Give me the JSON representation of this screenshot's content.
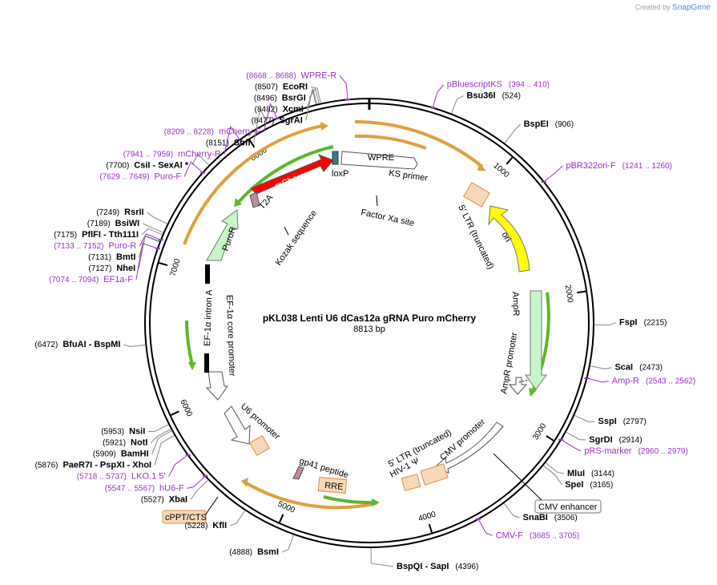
{
  "watermark": {
    "created_by": "Created by",
    "brand": "SnapGene"
  },
  "plasmid": {
    "name": "pKL038 Lenti U6 dCas12a gRNA Puro mCherry",
    "size_label": "8813 bp",
    "total_bp": 8813
  },
  "ticks": [
    {
      "bp": 1000,
      "label": "1000"
    },
    {
      "bp": 2000,
      "label": "2000"
    },
    {
      "bp": 3000,
      "label": "3000"
    },
    {
      "bp": 4000,
      "label": "4000"
    },
    {
      "bp": 5000,
      "label": "5000"
    },
    {
      "bp": 6000,
      "label": "6000"
    },
    {
      "bp": 7000,
      "label": "7000"
    },
    {
      "bp": 8000,
      "label": "8000"
    }
  ],
  "sites": [
    {
      "name": "EcoRI",
      "num": "(8507)",
      "bp": 8507,
      "side": "left"
    },
    {
      "name": "BsrGI",
      "num": "(8496)",
      "bp": 8496,
      "side": "left"
    },
    {
      "name": "XcmI",
      "num": "(8482)",
      "bp": 8482,
      "side": "left"
    },
    {
      "name": "SgrAI",
      "num": "(8477)",
      "bp": 8477,
      "side": "left"
    },
    {
      "name": "SbfI",
      "num": "(8151)",
      "bp": 8151,
      "side": "left"
    },
    {
      "name": "CsiI   - SexAI *",
      "num": "(7700)",
      "bp": 7700,
      "side": "left"
    },
    {
      "name": "RsrII",
      "num": "(7249)",
      "bp": 7249,
      "side": "left"
    },
    {
      "name": "BsiWI",
      "num": "(7189)",
      "bp": 7189,
      "side": "left"
    },
    {
      "name": "PflFI   - Tth111I",
      "num": "(7175)",
      "bp": 7175,
      "side": "left"
    },
    {
      "name": "BmtI",
      "num": "(7131)",
      "bp": 7131,
      "side": "left"
    },
    {
      "name": "NheI",
      "num": "(7127)",
      "bp": 7127,
      "side": "left"
    },
    {
      "name": "BfuAI   - BspMI",
      "num": "(6472)",
      "bp": 6472,
      "side": "left"
    },
    {
      "name": "NsiI",
      "num": "(5953)",
      "bp": 5953,
      "side": "left"
    },
    {
      "name": "NotI",
      "num": "(5921)",
      "bp": 5921,
      "side": "left"
    },
    {
      "name": "BamHI",
      "num": "(5909)",
      "bp": 5909,
      "side": "left"
    },
    {
      "name": "PaeR7I   - PspXI   - XhoI",
      "num": "(5876)",
      "bp": 5876,
      "side": "left"
    },
    {
      "name": "XbaI",
      "num": "(5527)",
      "bp": 5527,
      "side": "left"
    },
    {
      "name": "KflI",
      "num": "(5228)",
      "bp": 5228,
      "side": "left"
    },
    {
      "name": "BsmI",
      "num": "(4888)",
      "bp": 4888,
      "side": "left"
    },
    {
      "name": "BspQI   - SapI",
      "num": "(4396)",
      "bp": 4396,
      "side": "right"
    },
    {
      "name": "SnaBI",
      "num": "(3506)",
      "bp": 3506,
      "side": "right"
    },
    {
      "name": "SpeI",
      "num": "(3165)",
      "bp": 3165,
      "side": "right"
    },
    {
      "name": "MluI",
      "num": "(3144)",
      "bp": 3144,
      "side": "right"
    },
    {
      "name": "SgrDI",
      "num": "(2914)",
      "bp": 2914,
      "side": "right"
    },
    {
      "name": "SspI",
      "num": "(2797)",
      "bp": 2797,
      "side": "right"
    },
    {
      "name": "ScaI",
      "num": "(2473)",
      "bp": 2473,
      "side": "right"
    },
    {
      "name": "FspI",
      "num": "(2215)",
      "bp": 2215,
      "side": "right"
    },
    {
      "name": "BspEI",
      "num": "(906)",
      "bp": 906,
      "side": "right"
    },
    {
      "name": "Bsu36I",
      "num": "(524)",
      "bp": 524,
      "side": "right"
    }
  ],
  "primers": [
    {
      "name": "WPRE-R",
      "range": "(8668 .. 8688)",
      "bp": 8678,
      "side": "left"
    },
    {
      "name": "mCherry-F",
      "range": "(8209 .. 8228)",
      "bp": 8218,
      "side": "left"
    },
    {
      "name": "mCherry-R",
      "range": "(7941 .. 7959)",
      "bp": 7950,
      "side": "left"
    },
    {
      "name": "Puro-F",
      "range": "(7629 .. 7649)",
      "bp": 7639,
      "side": "left"
    },
    {
      "name": "Puro-R",
      "range": "(7133 .. 7152)",
      "bp": 7142,
      "side": "left"
    },
    {
      "name": "EF1a-F",
      "range": "(7074 .. 7094)",
      "bp": 7084,
      "side": "left"
    },
    {
      "name": "LKO.1 5'",
      "range": "(5718 .. 5737)",
      "bp": 5727,
      "side": "left"
    },
    {
      "name": "hU6-F",
      "range": "(5547 .. 5567)",
      "bp": 5557,
      "side": "left"
    },
    {
      "name": "CMV-F",
      "range": "(3685 .. 3705)",
      "bp": 3695,
      "side": "right"
    },
    {
      "name": "pRS-marker",
      "range": "(2960 .. 2979)",
      "bp": 2970,
      "side": "right"
    },
    {
      "name": "Amp-R",
      "range": "(2543 .. 2562)",
      "bp": 2552,
      "side": "right"
    },
    {
      "name": "pBR322ori-F",
      "range": "(1241 .. 1260)",
      "bp": 1250,
      "side": "right"
    },
    {
      "name": "pBluescriptKS",
      "range": "(394 .. 410)",
      "bp": 402,
      "side": "right"
    }
  ],
  "features": [
    {
      "label": "WPRE"
    },
    {
      "label": "KS primer"
    },
    {
      "label": "Factor Xa site"
    },
    {
      "label": "5' LTR (truncated)"
    },
    {
      "label": "ori"
    },
    {
      "label": "AmpR"
    },
    {
      "label": "AmpR promoter"
    },
    {
      "label": "CMV enhancer"
    },
    {
      "label": "CMV promoter"
    },
    {
      "label": "5' LTR (truncated)"
    },
    {
      "label": "HIV-1 Ψ"
    },
    {
      "label": "RRE"
    },
    {
      "label": "gp41 peptide"
    },
    {
      "label": "cPPT/CTS"
    },
    {
      "label": "U6 promoter"
    },
    {
      "label": "EF-1α core promoter"
    },
    {
      "label": "EF-1α intron A"
    },
    {
      "label": "PuroR"
    },
    {
      "label": "T2A"
    },
    {
      "label": "mCherry"
    },
    {
      "label": "loxP"
    },
    {
      "label": "Kozak sequence"
    }
  ],
  "colors": {
    "primer": "#9b30c8",
    "ori": "#ffff00",
    "mcherry": "#ff0000",
    "puror": "#c8f5c8",
    "ltr": "#f8d8b8",
    "ltr_border": "#d8904f",
    "orf_arrow_orange": "#e0a040",
    "orf_arrow_green": "#5cb82c",
    "loxp": "#2f7f8f",
    "t2a": "#c08aa0"
  }
}
